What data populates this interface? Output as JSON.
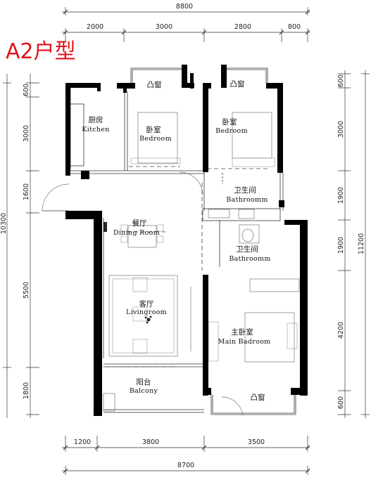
{
  "title": "A2户型",
  "dimensions": {
    "top_total": "8800",
    "top_segments": [
      "2000",
      "3000",
      "2800",
      "800"
    ],
    "bottom_segments": [
      "1200",
      "3800",
      "3500"
    ],
    "bottom_total": "8700",
    "left_total": "10300",
    "left_segments": [
      "600",
      "3000",
      "1600",
      "5500",
      "1800"
    ],
    "right_segments": [
      "600",
      "3000",
      "1900",
      "1900",
      "4200",
      "600"
    ],
    "right_total": "11200"
  },
  "rooms": {
    "kitchen": {
      "zh": "厨房",
      "en": "Kitchen"
    },
    "bay_window_1": {
      "zh": "凸窗"
    },
    "bedroom_1": {
      "zh": "卧室",
      "en": "Bedroom"
    },
    "bay_window_2": {
      "zh": "凸窗"
    },
    "bedroom_2": {
      "zh": "卧室",
      "en": "Bedroom"
    },
    "bathroom_1": {
      "zh": "卫生间",
      "en": "Bathroomm"
    },
    "dining": {
      "zh": "餐厅",
      "en": "Dining Room"
    },
    "bathroom_2": {
      "zh": "卫生间",
      "en": "Bathroomm"
    },
    "living": {
      "zh": "客厅",
      "en": "Livingroom"
    },
    "master": {
      "zh": "主卧室",
      "en": "Main Badroom"
    },
    "balcony": {
      "zh": "阳台",
      "en": "Balcony"
    },
    "bay_window_3": {
      "zh": "凸窗"
    }
  }
}
